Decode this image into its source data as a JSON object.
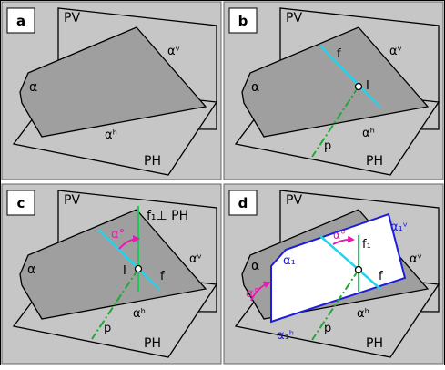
{
  "colors": {
    "panel_bg": "#c6c6c6",
    "plane_fill": "#9f9f9f",
    "outline": "#000000",
    "trace_line": "#22d3ee",
    "perp_line": "#22c55e",
    "angle_mark": "#e81ab3",
    "rotated_outline": "#1d1ddb",
    "rotated_fill": "#ffffff",
    "label_box_bg": "#ffffff"
  },
  "panels": [
    {
      "label": "a",
      "texts": {
        "pv": "PV",
        "ph": "PH",
        "alpha": "α",
        "alpha_v": "αᵛ",
        "alpha_h": "αʰ"
      }
    },
    {
      "label": "b",
      "texts": {
        "pv": "PV",
        "ph": "PH",
        "alpha": "α",
        "alpha_v": "αᵛ",
        "alpha_h": "αʰ",
        "f": "f",
        "point_i": "I",
        "p": "p"
      }
    },
    {
      "label": "c",
      "texts": {
        "pv": "PV",
        "ph": "PH",
        "alpha": "α",
        "alpha_v": "αᵛ",
        "alpha_h": "αʰ",
        "f": "f",
        "point_i": "I",
        "p": "p",
        "f1_perp": "f₁⊥ PH",
        "alpha_angle": "α°"
      }
    },
    {
      "label": "d",
      "texts": {
        "pv": "PV",
        "ph": "PH",
        "alpha": "α",
        "alpha_v": "αᵛ",
        "alpha_h": "αʰ",
        "f": "f",
        "p": "p",
        "f1": "f₁",
        "alpha_angle_top": "α°",
        "alpha_angle_left": "α°",
        "alpha1": "α₁",
        "alpha1_v": "α₁ᵛ",
        "alpha1_h": "α₁ʰ"
      }
    }
  ]
}
